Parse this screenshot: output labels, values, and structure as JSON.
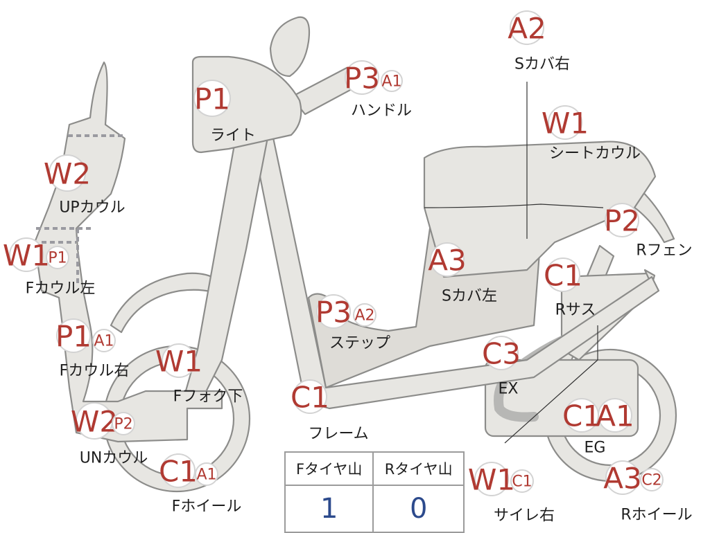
{
  "colors": {
    "badge_text": "#b03a32",
    "badge_border": "#d3d3d3",
    "part_fill": "#e7e6e2",
    "outline": "#8c8c8a",
    "table_value": "#2c4a8c"
  },
  "parts": [
    {
      "id": "light",
      "label": "ライト",
      "badges": [
        "P1"
      ]
    },
    {
      "id": "handle",
      "label": "ハンドル",
      "badges": [
        "P3",
        "A1"
      ]
    },
    {
      "id": "s-cover-right",
      "label": "Sカバ右",
      "badges": [
        "A2"
      ]
    },
    {
      "id": "seat-cowl",
      "label": "シートカウル",
      "badges": [
        "W1"
      ]
    },
    {
      "id": "up-cowl",
      "label": "UPカウル",
      "badges": [
        "W2"
      ]
    },
    {
      "id": "f-cowl-left",
      "label": "Fカウル左",
      "badges": [
        "W1",
        "P1"
      ]
    },
    {
      "id": "r-fender",
      "label": "Rフェン",
      "badges": [
        "P2"
      ]
    },
    {
      "id": "s-cover-left",
      "label": "Sカバ左",
      "badges": [
        "A3"
      ]
    },
    {
      "id": "r-suspension",
      "label": "Rサス",
      "badges": [
        "C1"
      ]
    },
    {
      "id": "step",
      "label": "ステップ",
      "badges": [
        "P3",
        "A2"
      ]
    },
    {
      "id": "f-cowl-right",
      "label": "Fカウル右",
      "badges": [
        "P1",
        "A1"
      ]
    },
    {
      "id": "f-fork-lower",
      "label": "Fフォク下",
      "badges": [
        "W1"
      ]
    },
    {
      "id": "exhaust",
      "label": "EX",
      "badges": [
        "C3"
      ]
    },
    {
      "id": "frame",
      "label": "フレーム",
      "badges": [
        "C1"
      ]
    },
    {
      "id": "engine",
      "label": "EG",
      "badges": [
        "C1",
        "A1"
      ]
    },
    {
      "id": "un-cowl",
      "label": "UNカウル",
      "badges": [
        "W2",
        "P2"
      ]
    },
    {
      "id": "f-wheel",
      "label": "Fホイール",
      "badges": [
        "C1",
        "A1"
      ]
    },
    {
      "id": "muffler-right",
      "label": "サイレ右",
      "badges": [
        "W1",
        "C1"
      ]
    },
    {
      "id": "r-wheel",
      "label": "Rホイール",
      "badges": [
        "A3",
        "C2"
      ]
    }
  ],
  "tire_table": {
    "headers": [
      "Fタイヤ山",
      "Rタイヤ山"
    ],
    "values": [
      "1",
      "0"
    ]
  }
}
